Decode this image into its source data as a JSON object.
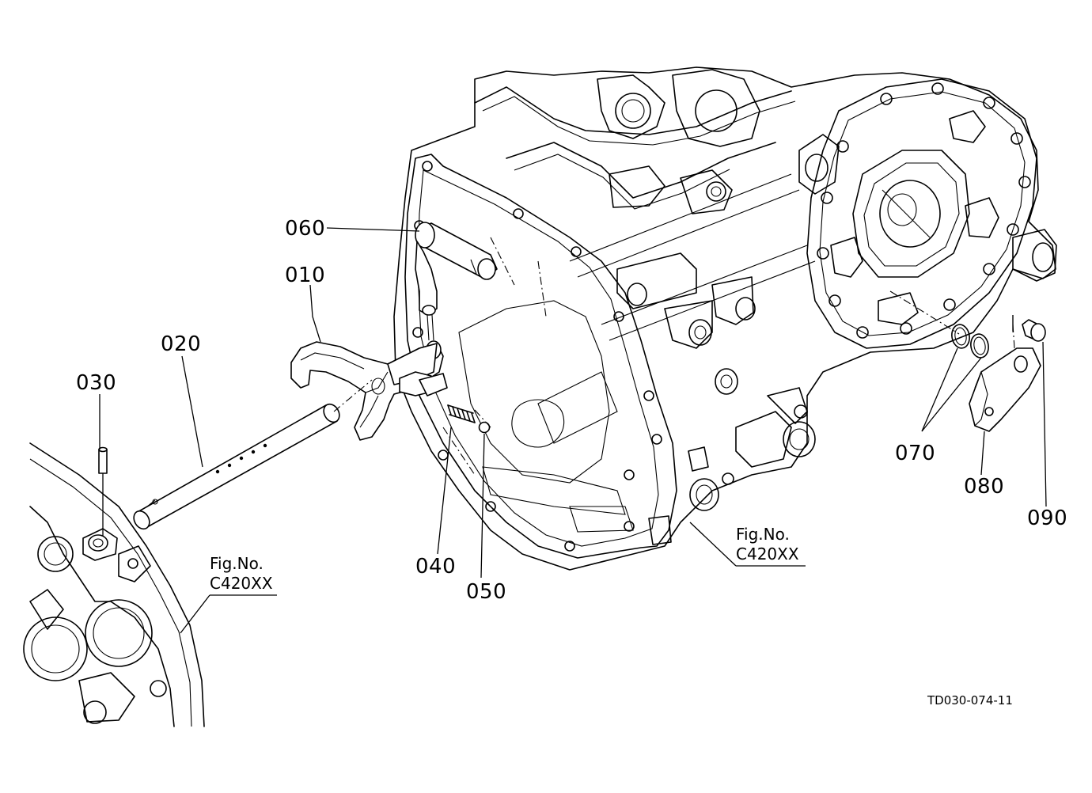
{
  "parts": [
    {
      "id": "010",
      "label": "010"
    },
    {
      "id": "020",
      "label": "020"
    },
    {
      "id": "030",
      "label": "030"
    },
    {
      "id": "040",
      "label": "040"
    },
    {
      "id": "050",
      "label": "050"
    },
    {
      "id": "060",
      "label": "060"
    },
    {
      "id": "070",
      "label": "070"
    },
    {
      "id": "080",
      "label": "080"
    },
    {
      "id": "090",
      "label": "090"
    }
  ],
  "fig_refs": [
    {
      "line1": "Fig.No.",
      "line2": "C420XX"
    },
    {
      "line1": "Fig.No.",
      "line2": "C420XX"
    }
  ],
  "drawing_code": "TD030-074-11"
}
